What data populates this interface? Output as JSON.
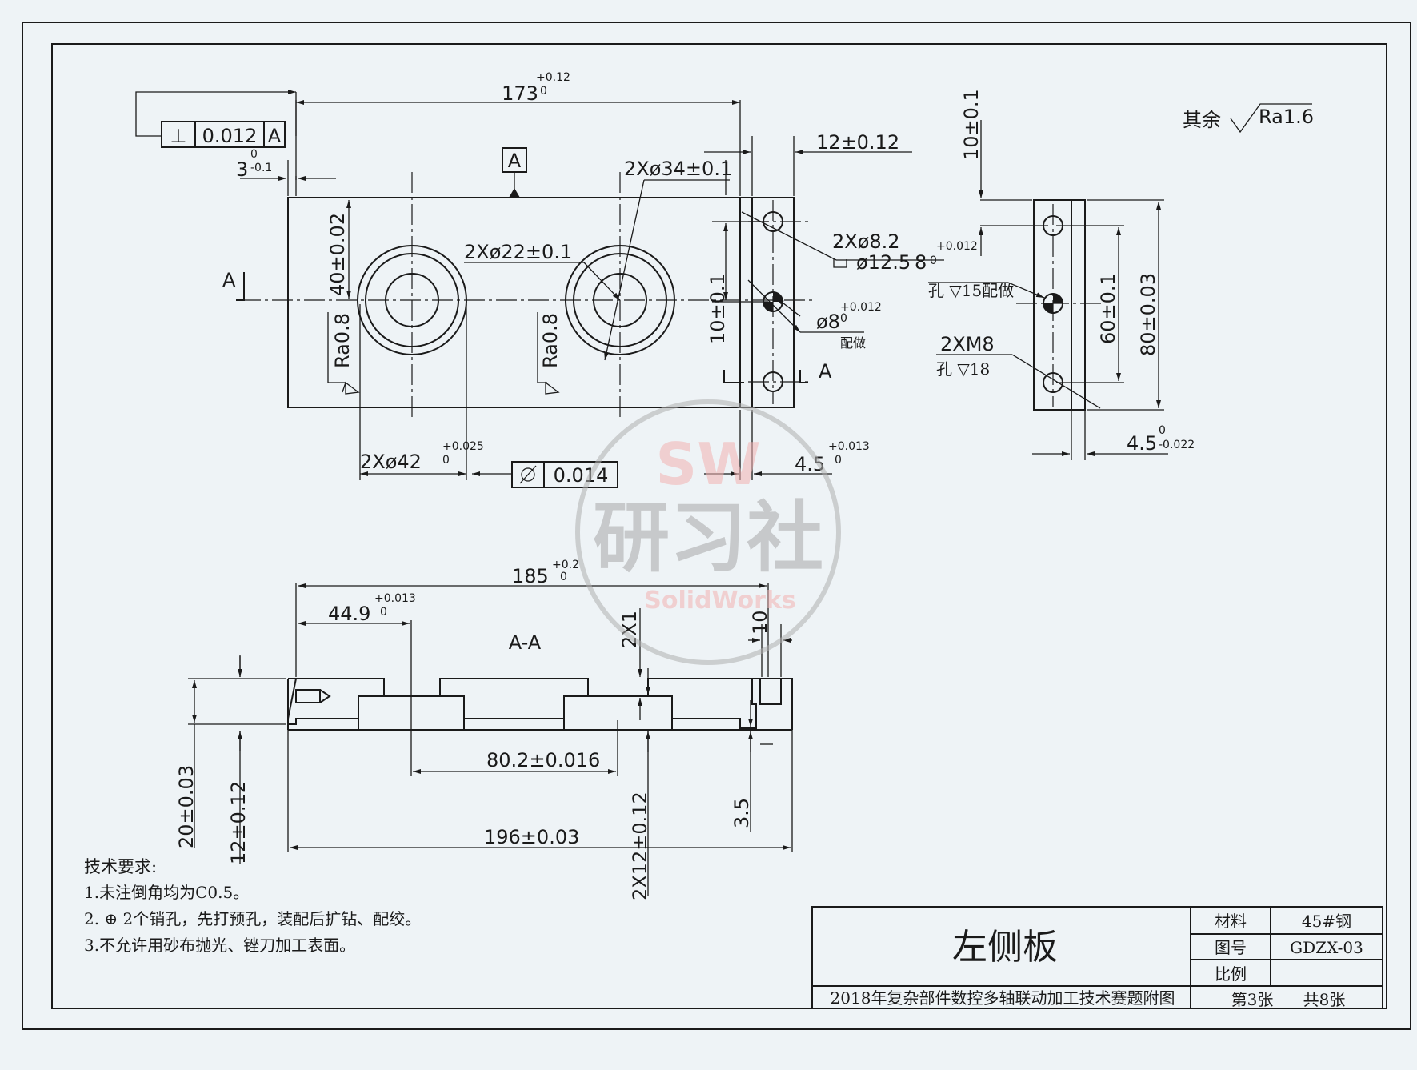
{
  "drawing": {
    "datum_label": "A",
    "top_view": {
      "perp_symbol": "⊥",
      "perp_value": "0.012",
      "perp_datum": "A",
      "length_173": "173",
      "length_173_tol_upper": "+0.12",
      "length_173_tol_lower": "0",
      "offset_3": "3",
      "offset_3_tol_upper": "0",
      "offset_3_tol_lower": "-0.1",
      "bore_34": "2Xø34±0.1",
      "bore_22": "2Xø22±0.1",
      "height_40": "40±0.02",
      "rough_left": "Ra0.8",
      "rough_mid": "Ra0.8",
      "bore_42": "2Xø42",
      "bore_42_tol_upper": "+0.025",
      "bore_42_tol_lower": "0",
      "cyl_value": "0.014",
      "width_12": "12±0.12",
      "hole_82": "2Xø8.2",
      "cbore": "ø12.5",
      "cbore_depth": "8",
      "cbore_depth_tol_upper": "+0.012",
      "cbore_depth_tol_lower": "0",
      "pin_8": "ø8",
      "pin_8_tol_upper": "+0.012",
      "pin_8_tol_lower": "0",
      "pin_note": "配做",
      "height_10": "10±0.1",
      "thick_45": "4.5",
      "thick_45_tol_upper": "+0.013",
      "thick_45_tol_lower": "0",
      "section_mark_left": "A",
      "section_mark_right": "A"
    },
    "side_view": {
      "top_10": "10±0.1",
      "hole_15": "孔 ▽15配做",
      "thread": "2XM8",
      "hole_18": "孔 ▽18",
      "dist_60": "60±0.1",
      "height_80": "80±0.03",
      "thick_45": "4.5",
      "thick_45_tol_upper": "0",
      "thick_45_tol_lower": "-0.022"
    },
    "surface_note": {
      "prefix": "其余",
      "value": "Ra1.6"
    },
    "section_view": {
      "title": "A-A",
      "length_185": "185",
      "length_185_tol_upper": "+0.2",
      "length_185_tol_lower": "0",
      "dist_449": "44.9",
      "dist_449_tol_upper": "+0.013",
      "dist_449_tol_lower": "0",
      "chamfer": "2X1",
      "depth_10": "10",
      "spacing": "80.2±0.016",
      "total": "196±0.03",
      "height_20": "20±0.03",
      "height_12": "12±0.12",
      "height_2x12": "2X12±0.12",
      "step_35": "3.5"
    },
    "watermark": {
      "sw": "SW",
      "cn": "研习社",
      "brand": "SolidWorks"
    }
  },
  "requirements": {
    "heading": "技术要求:",
    "items": [
      "1.未注倒角均为C0.5。",
      "2. ⊕ 2个销孔，先打预孔，装配后扩钻、配绞。",
      "3.不允许用砂布抛光、锉刀加工表面。"
    ]
  },
  "title_block": {
    "part_name": "左侧板",
    "subtitle": "2018年复杂部件数控多轴联动加工技术赛题附图",
    "material_label": "材料",
    "material_value": "45#钢",
    "drawing_no_label": "图号",
    "drawing_no_value": "GDZX-03",
    "scale_label": "比例",
    "scale_value": "",
    "sheet": "第3张",
    "total_sheets": "共8张"
  }
}
